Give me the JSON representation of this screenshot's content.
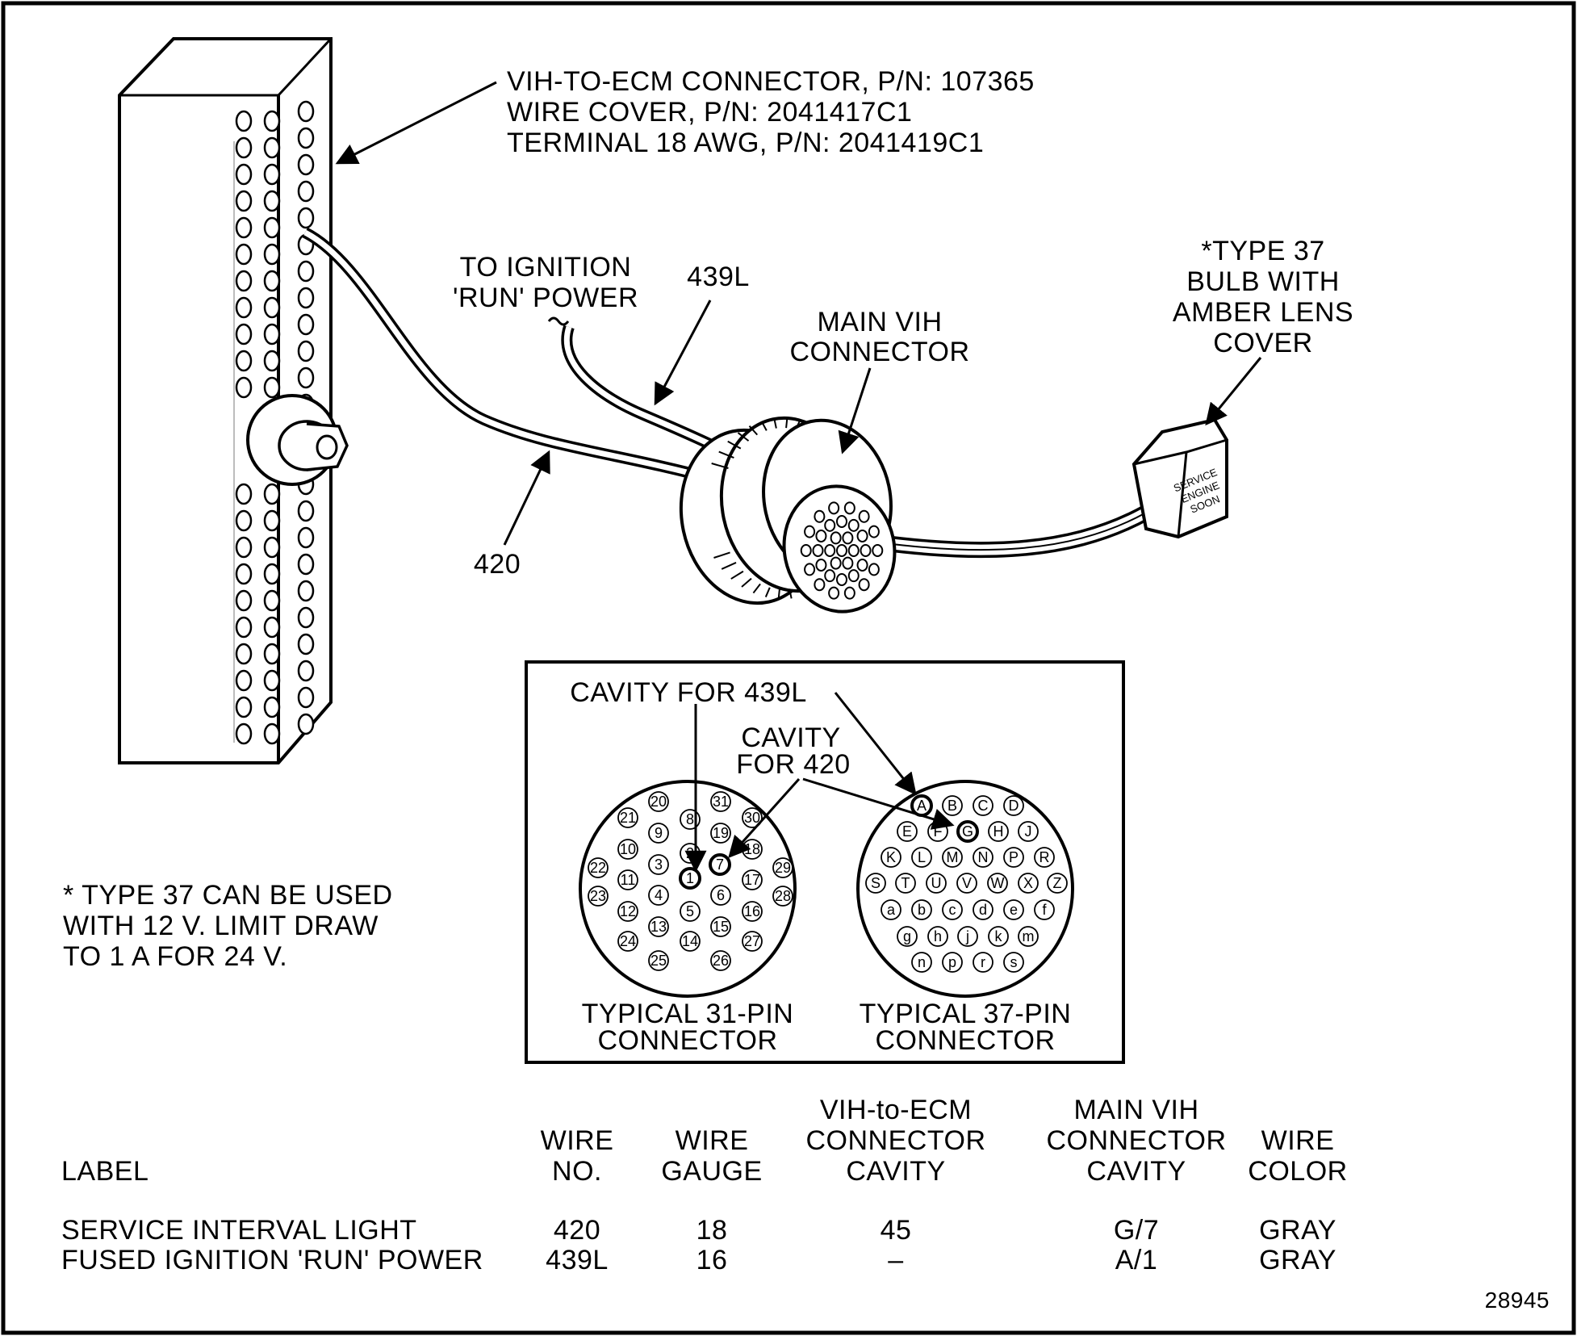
{
  "callouts": {
    "vih_to_ecm": [
      "VIH-TO-ECM CONNECTOR, P/N: 107365",
      "WIRE COVER, P/N: 2041417C1",
      "TERMINAL 18 AWG, P/N: 2041419C1"
    ],
    "ignition": [
      "TO IGNITION",
      "'RUN' POWER"
    ],
    "wire_439l": "439L",
    "wire_420": "420",
    "main_vih": [
      "MAIN VIH",
      "CONNECTOR"
    ],
    "bulb": [
      "*TYPE 37",
      "BULB WITH",
      "AMBER LENS",
      "COVER"
    ],
    "bulb_face": [
      "SERVICE",
      "ENGINE",
      "SOON"
    ]
  },
  "note": [
    "* TYPE 37 CAN BE USED",
    "WITH 12 V.  LIMIT DRAW",
    "TO 1 A FOR 24 V."
  ],
  "inset": {
    "cavity_439l": "CAVITY FOR 439L",
    "cavity_420": [
      "CAVITY",
      "FOR 420"
    ],
    "caption_31": [
      "TYPICAL 31-PIN",
      "CONNECTOR"
    ],
    "caption_37": [
      "TYPICAL 37-PIN",
      "CONNECTOR"
    ],
    "pins_31": [
      "1",
      "2",
      "3",
      "4",
      "5",
      "6",
      "7",
      "8",
      "9",
      "10",
      "11",
      "12",
      "13",
      "14",
      "15",
      "16",
      "17",
      "18",
      "19",
      "20",
      "21",
      "22",
      "23",
      "24",
      "25",
      "26",
      "27",
      "28",
      "29",
      "30",
      "31"
    ],
    "pins_37": [
      "A",
      "B",
      "C",
      "D",
      "E",
      "F",
      "G",
      "H",
      "J",
      "K",
      "L",
      "M",
      "N",
      "P",
      "R",
      "S",
      "T",
      "U",
      "V",
      "W",
      "X",
      "Z",
      "a",
      "b",
      "c",
      "d",
      "e",
      "f",
      "g",
      "h",
      "j",
      "k",
      "m",
      "n",
      "p",
      "r",
      "s"
    ]
  },
  "table": {
    "headers": {
      "label": [
        "LABEL"
      ],
      "wire_no": [
        "WIRE",
        "NO."
      ],
      "gauge": [
        "WIRE",
        "GAUGE"
      ],
      "vih_ecm": [
        "VIH-to-ECM",
        "CONNECTOR",
        "CAVITY"
      ],
      "main_vih": [
        "MAIN VIH",
        "CONNECTOR",
        "CAVITY"
      ],
      "color": [
        "WIRE",
        "COLOR"
      ]
    },
    "rows": [
      {
        "label": "SERVICE INTERVAL LIGHT",
        "wire_no": "420",
        "gauge": "18",
        "vih_ecm": "45",
        "main_vih": "G/7",
        "color": "GRAY"
      },
      {
        "label": "FUSED IGNITION 'RUN' POWER",
        "wire_no": "439L",
        "gauge": "16",
        "vih_ecm": "–",
        "main_vih": "A/1",
        "color": "GRAY"
      }
    ]
  },
  "figure_number": "28945"
}
